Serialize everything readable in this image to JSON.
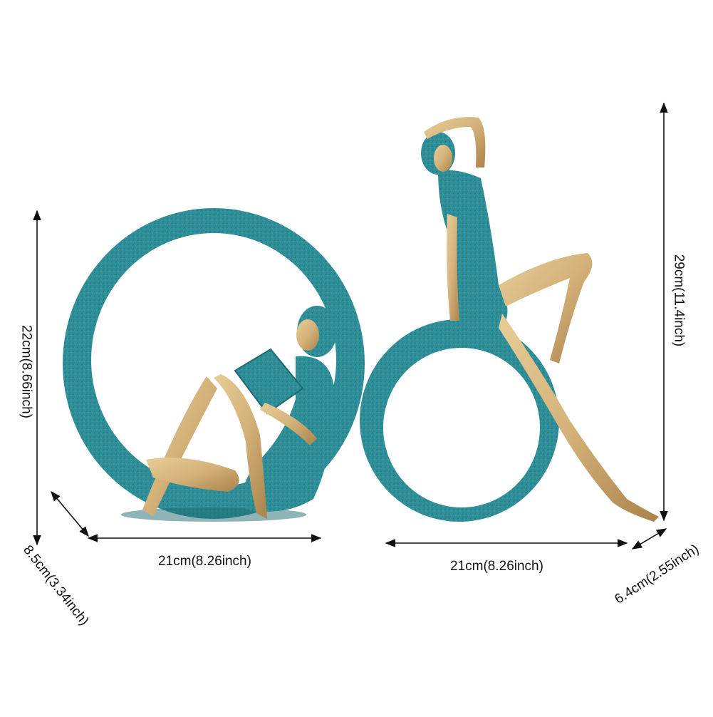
{
  "image": {
    "description_colors": {
      "background": "#ffffff",
      "figure_teal": "#2f8f98",
      "figure_teal_dark": "#1d6a72",
      "figure_gold": "#d4b27a",
      "figure_gold_dark": "#a9834b",
      "dimension_line": "#111111"
    }
  },
  "dimensions": {
    "left_height": "22cm(8.66inch)",
    "left_depth": "8.5cm(3.34inch)",
    "left_width": "21cm(8.26inch)",
    "right_width": "21cm(8.26inch)",
    "right_height": "29cm(11.4inch)",
    "right_depth": "6.4cm(2.55inch)"
  }
}
